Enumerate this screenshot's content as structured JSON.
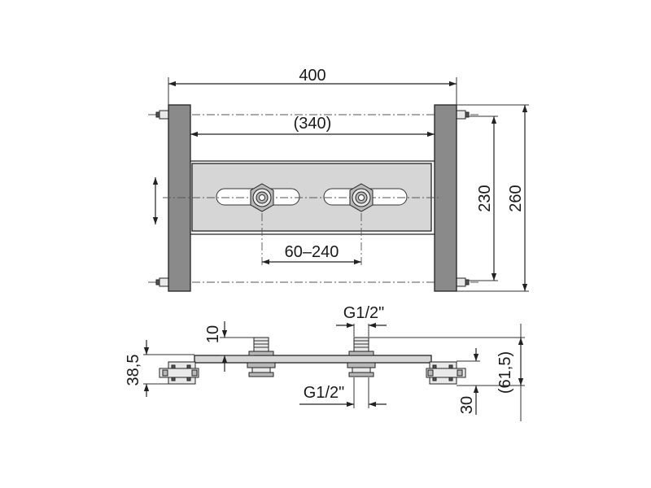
{
  "dimensions": {
    "total_width": "400",
    "inner_width": "(340)",
    "outlet_spacing": "60–240",
    "height_inner": "230",
    "height_total": "260",
    "thread_top": "G1/2\"",
    "thread_bottom": "G1/2\"",
    "side_depth": "38,5",
    "thread_length": "10",
    "bottom_offset": "30",
    "total_depth": "(61,5)"
  }
}
